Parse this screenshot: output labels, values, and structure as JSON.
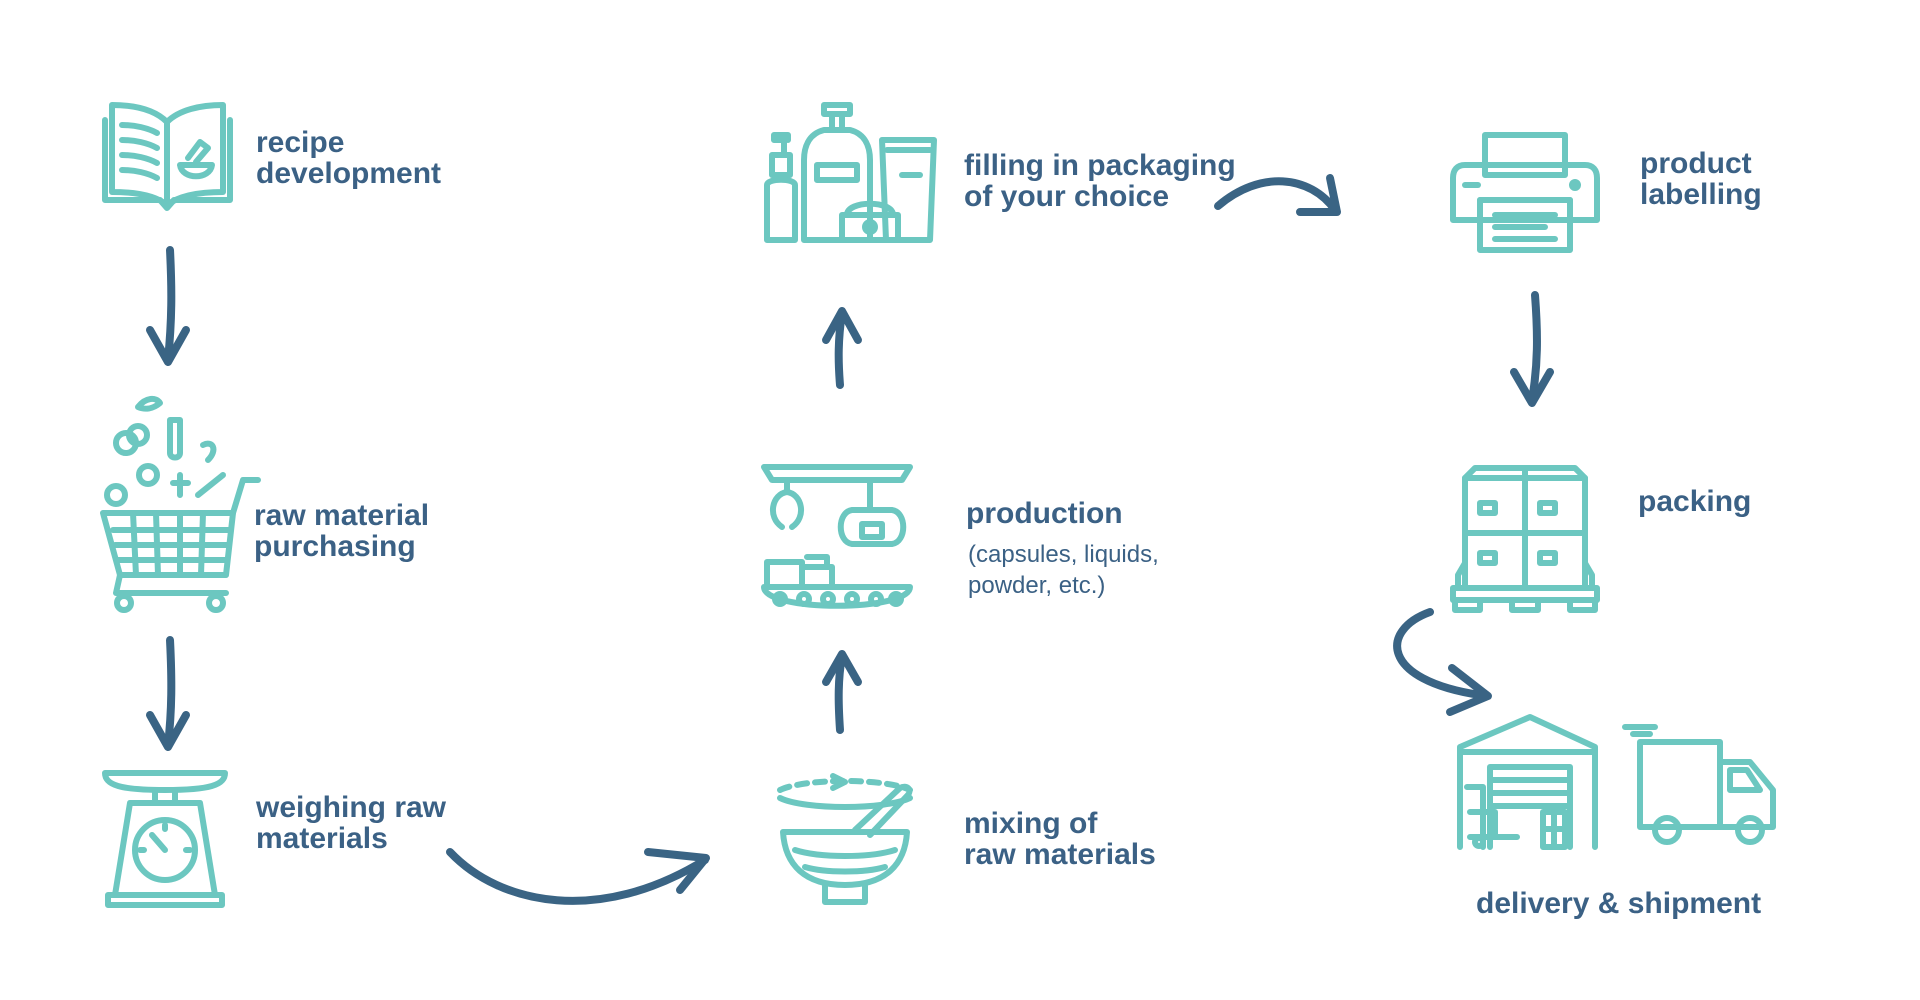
{
  "colors": {
    "icon": "#6cc7c0",
    "text": "#3b6185",
    "arrow": "#3a6484"
  },
  "steps": [
    {
      "id": "recipe",
      "label": "recipe\ndevelopment",
      "icon": "open-book-icon"
    },
    {
      "id": "purchasing",
      "label": "raw material\npurchasing",
      "icon": "shopping-cart-icon"
    },
    {
      "id": "weighing",
      "label": "weighing raw\nmaterials",
      "icon": "kitchen-scale-icon"
    },
    {
      "id": "mixing",
      "label": "mixing of\nraw materials",
      "icon": "mortar-bowl-icon"
    },
    {
      "id": "production",
      "label": "production",
      "sublabel": "(capsules, liquids,\npowder, etc.)",
      "icon": "factory-machine-icon"
    },
    {
      "id": "filling",
      "label": "filling in packaging\nof your choice",
      "icon": "cosmetic-bottles-icon"
    },
    {
      "id": "labelling",
      "label": "product\nlabelling",
      "icon": "printer-icon"
    },
    {
      "id": "packing",
      "label": "packing",
      "icon": "pallet-boxes-icon"
    },
    {
      "id": "delivery",
      "label": "delivery & shipment",
      "icon": "warehouse-truck-icon"
    }
  ]
}
